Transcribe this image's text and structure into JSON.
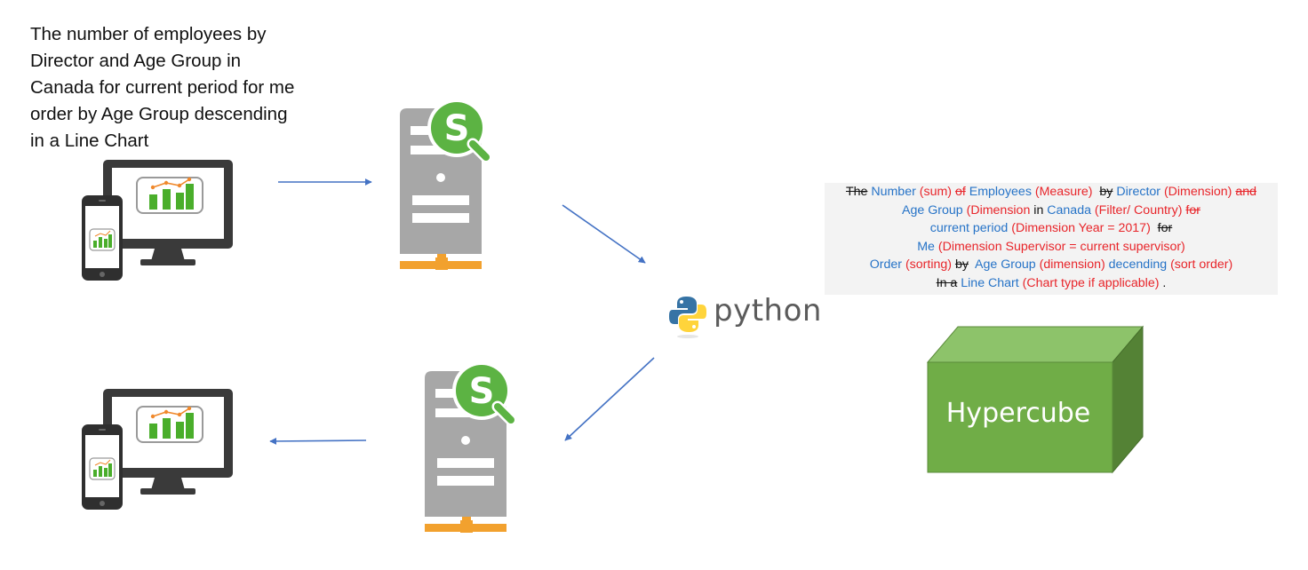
{
  "question": {
    "text": "The number of employees by Director and Age Group in Canada for current period for me order by Age Group descending in a Line Chart"
  },
  "query": {
    "lines": [
      [
        {
          "text": "The",
          "style": "black strike"
        },
        {
          "text": " Number ",
          "style": "blue"
        },
        {
          "text": "(sum) ",
          "style": "red"
        },
        {
          "text": "of",
          "style": "red strike"
        },
        {
          "text": " Employees ",
          "style": "blue"
        },
        {
          "text": "(Measure)  ",
          "style": "red"
        },
        {
          "text": "by",
          "style": "black strike"
        },
        {
          "text": " Director ",
          "style": "blue"
        },
        {
          "text": "(Dimension) ",
          "style": "red"
        },
        {
          "text": "and",
          "style": "red strike"
        }
      ],
      [
        {
          "text": "Age Group ",
          "style": "blue"
        },
        {
          "text": "(Dimension ",
          "style": "red"
        },
        {
          "text": "in ",
          "style": "black"
        },
        {
          "text": "Canada ",
          "style": "blue"
        },
        {
          "text": "(Filter/ Country) ",
          "style": "red"
        },
        {
          "text": "for",
          "style": "red strike"
        }
      ],
      [
        {
          "text": "current period ",
          "style": "blue"
        },
        {
          "text": "(Dimension Year = 2017)  ",
          "style": "red"
        },
        {
          "text": "for",
          "style": "black strike"
        }
      ],
      [
        {
          "text": "Me ",
          "style": "blue"
        },
        {
          "text": "(Dimension Supervisor = current supervisor)",
          "style": "red"
        }
      ],
      [
        {
          "text": "Order ",
          "style": "blue"
        },
        {
          "text": "(sorting) ",
          "style": "red"
        },
        {
          "text": "by",
          "style": "black strike"
        },
        {
          "text": "  Age Group ",
          "style": "blue"
        },
        {
          "text": "(dimension) ",
          "style": "red"
        },
        {
          "text": "decending ",
          "style": "blue"
        },
        {
          "text": "(sort order)",
          "style": "red"
        }
      ],
      [
        {
          "text": "In a",
          "style": "black strike"
        },
        {
          "text": " Line Chart ",
          "style": "blue"
        },
        {
          "text": "(Chart type if applicable) ",
          "style": "red"
        },
        {
          "text": ".",
          "style": "black"
        }
      ]
    ]
  },
  "python": {
    "label": "python"
  },
  "hypercube": {
    "label": "Hypercube"
  },
  "colors": {
    "arrow": "#4472c4",
    "server_gray": "#a7a7a7",
    "qlik_green": "#5cb343",
    "network_orange": "#f2a12e",
    "cube_front": "#70ad47",
    "cube_top": "#8dc36a",
    "cube_side": "#548235",
    "device_dark": "#3a3a3a",
    "bar_green": "#4aae2b",
    "line_orange": "#f0892c"
  },
  "icons": [
    "device-icon",
    "qlik-server-icon",
    "python-logo-icon",
    "hypercube-icon",
    "arrow-icon"
  ]
}
